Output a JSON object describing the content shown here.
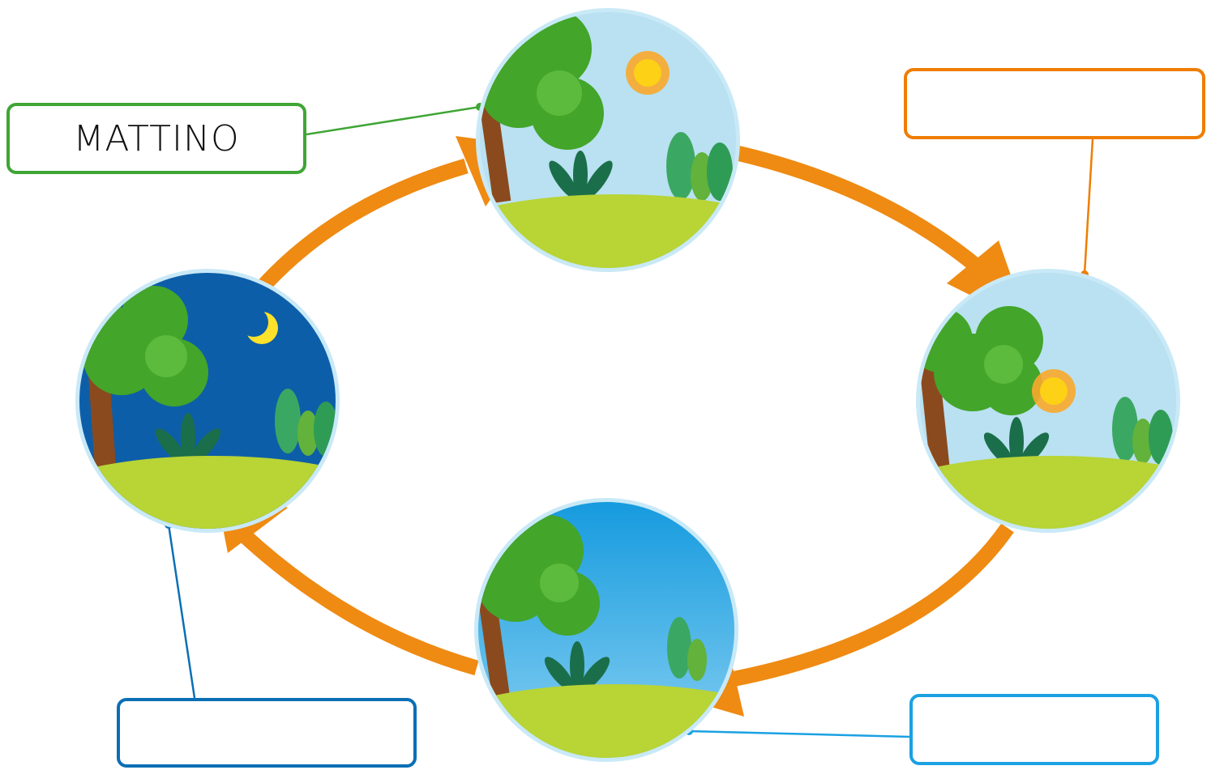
{
  "labels": {
    "morning": "MATTINO",
    "noon": "",
    "evening": "",
    "night": ""
  },
  "colors": {
    "arrow": "#ef8a12",
    "morning_box": "#3fa535",
    "noon_box": "#ef7d00",
    "evening_box": "#1ba1e2",
    "night_box": "#0a6fb5",
    "sky_day": "#b9e1f1",
    "sky_evening": "#3fb3ea",
    "sky_night": "#0d5ea8",
    "grass": "#b8d435",
    "tree": "#43a52a",
    "trunk": "#8a4a1e",
    "sun": "#fcd116",
    "moon": "#fde12b",
    "circle_ring": "#c9e9f7"
  },
  "scenes": [
    {
      "id": "morning",
      "sky": "day",
      "celestial": "sun-icon"
    },
    {
      "id": "noon",
      "sky": "day",
      "celestial": "sun-icon"
    },
    {
      "id": "evening",
      "sky": "evening",
      "celestial": "none"
    },
    {
      "id": "night",
      "sky": "night",
      "celestial": "moon-icon"
    }
  ]
}
